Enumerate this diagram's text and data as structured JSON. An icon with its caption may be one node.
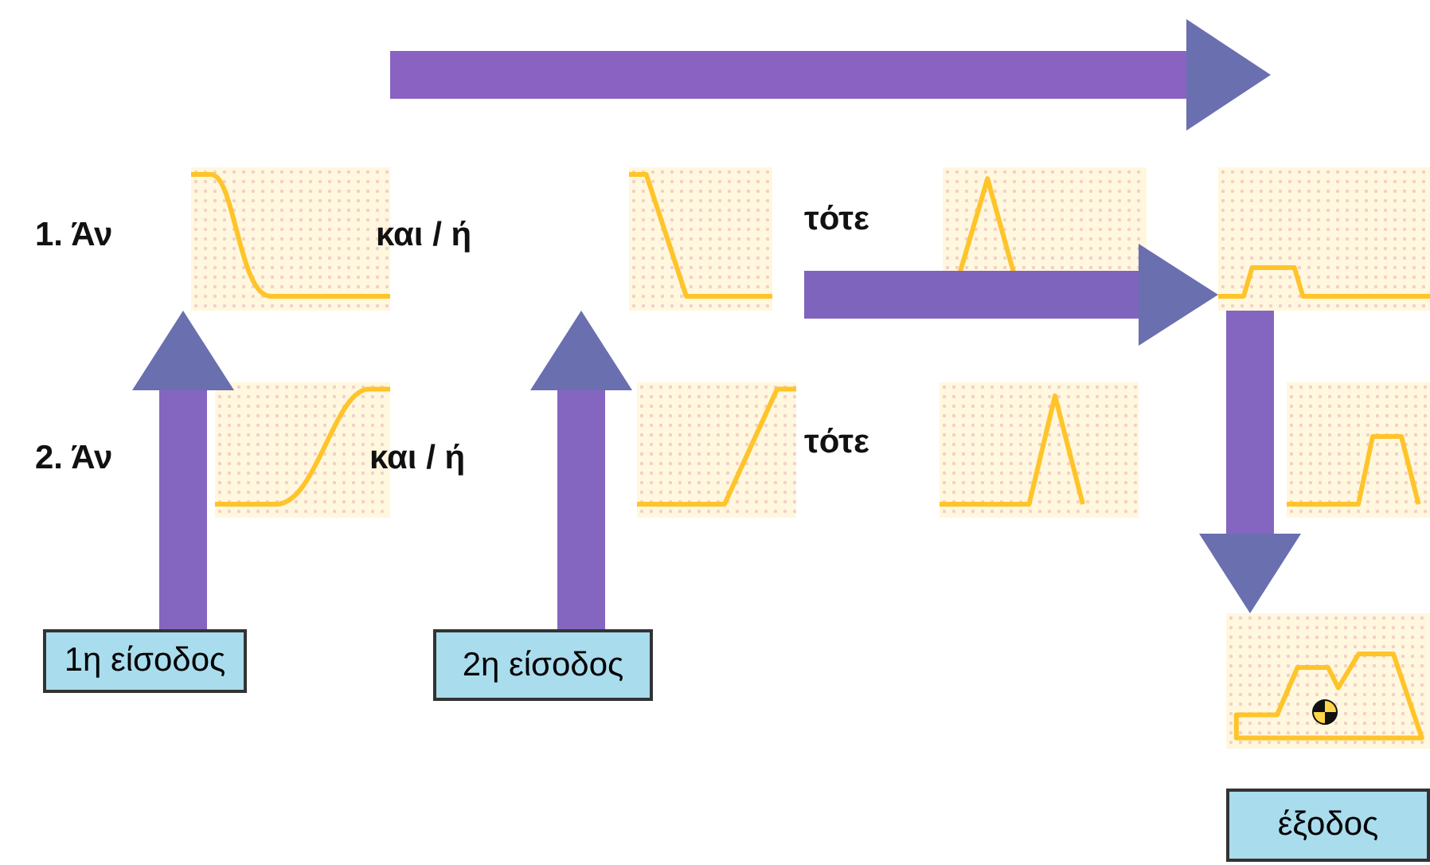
{
  "diagram": {
    "nodes": [
      {
        "text": [],
        "shape": "chart"
      },
      {
        "text": [],
        "shape": "chart"
      },
      {
        "text": [],
        "shape": "chart"
      },
      {
        "text": [],
        "shape": "chart"
      },
      {
        "text": [],
        "shape": "chart"
      },
      {
        "text": [],
        "shape": "chart"
      },
      {
        "text": [],
        "shape": "chart"
      },
      {
        "text": [],
        "shape": "chart"
      },
      {
        "text": [
          "1η είσοδος"
        ]
      },
      {
        "text": [
          "2η είσοδος"
        ]
      },
      {
        "text": [],
        "shape": "chart"
      },
      {
        "text": [
          "έξοδος"
        ]
      }
    ],
    "edges": [
      {
        "from": 8,
        "to": 0,
        "arrow": "to"
      },
      {
        "from": 9,
        "to": 1,
        "arrow": "to"
      },
      {
        "from": null,
        "to": 3,
        "arrow": "to"
      },
      {
        "from": 3,
        "to": 10,
        "arrow": "to"
      }
    ],
    "labels": [
      "1. Άν",
      "και / ή",
      "τότε",
      "2. Άν",
      "και / ή",
      "τότε"
    ]
  }
}
